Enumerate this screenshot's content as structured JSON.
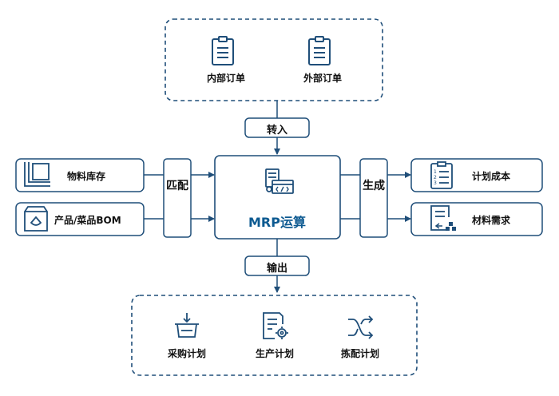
{
  "colors": {
    "stroke": "#1f4e79",
    "accent": "#2e6da4",
    "fill": "#ffffff",
    "text": "#111111",
    "core_text": "#0d5a91"
  },
  "top_group": {
    "items": [
      {
        "label": "内部订单",
        "icon": "clipboard-icon"
      },
      {
        "label": "外部订单",
        "icon": "clipboard-icon"
      }
    ]
  },
  "connector_in": {
    "label": "转入"
  },
  "inputs": [
    {
      "label": "物料库存",
      "icon": "warehouse-icon"
    },
    {
      "label": "产品/菜品BOM",
      "icon": "package-icon"
    }
  ],
  "match": {
    "label": "匹配"
  },
  "core": {
    "label": "MRP运算",
    "icon": "calculator-code-icon"
  },
  "generate": {
    "label": "生成"
  },
  "outputs": [
    {
      "label": "计划成本",
      "icon": "numbered-list-icon"
    },
    {
      "label": "材料需求",
      "icon": "document-blocks-icon"
    }
  ],
  "connector_out": {
    "label": "输出"
  },
  "bottom_group": {
    "items": [
      {
        "label": "采购计划",
        "icon": "basket-icon"
      },
      {
        "label": "生产计划",
        "icon": "document-gear-icon"
      },
      {
        "label": "拣配计划",
        "icon": "shuffle-icon"
      }
    ]
  }
}
